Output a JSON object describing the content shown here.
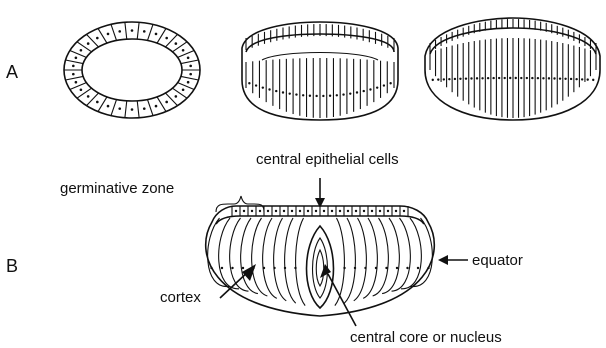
{
  "panels": {
    "a": {
      "letter": "A"
    },
    "b": {
      "letter": "B"
    }
  },
  "labels": {
    "central_epithelial_cells": "central epithelial cells",
    "germinative_zone": "germinative zone",
    "equator": "equator",
    "cortex": "cortex",
    "central_core": "central core or nucleus"
  }
}
